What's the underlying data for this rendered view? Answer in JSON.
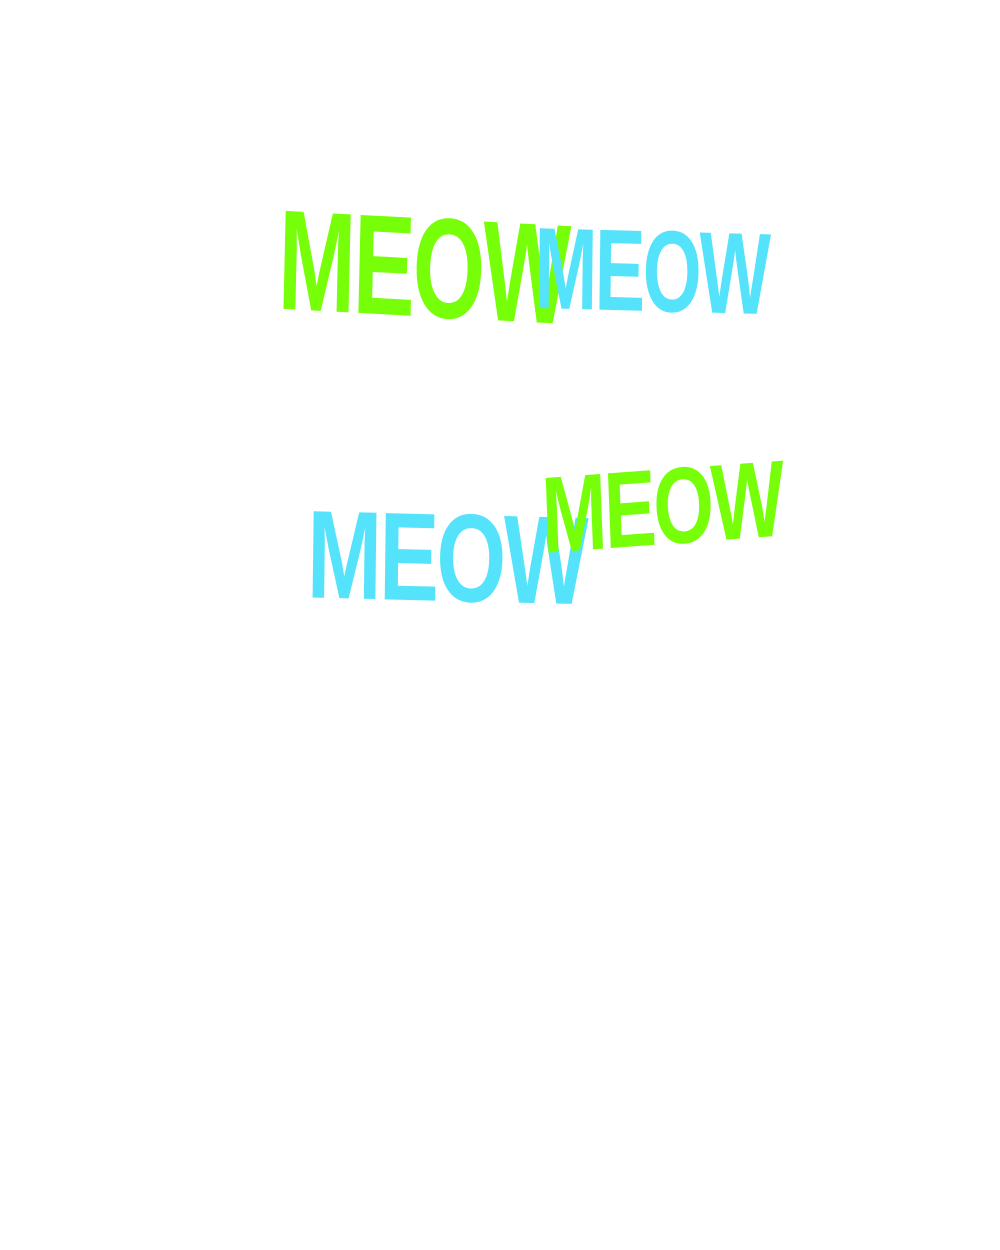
{
  "colors": {
    "green": "#77ff0a",
    "blue": "#55e3fb",
    "background": "#ffffff"
  },
  "words": [
    {
      "text": "MEOW",
      "color": "green"
    },
    {
      "text": "MEOW",
      "color": "blue"
    },
    {
      "text": "MEOW",
      "color": "blue"
    },
    {
      "text": "MEOW",
      "color": "green"
    }
  ]
}
